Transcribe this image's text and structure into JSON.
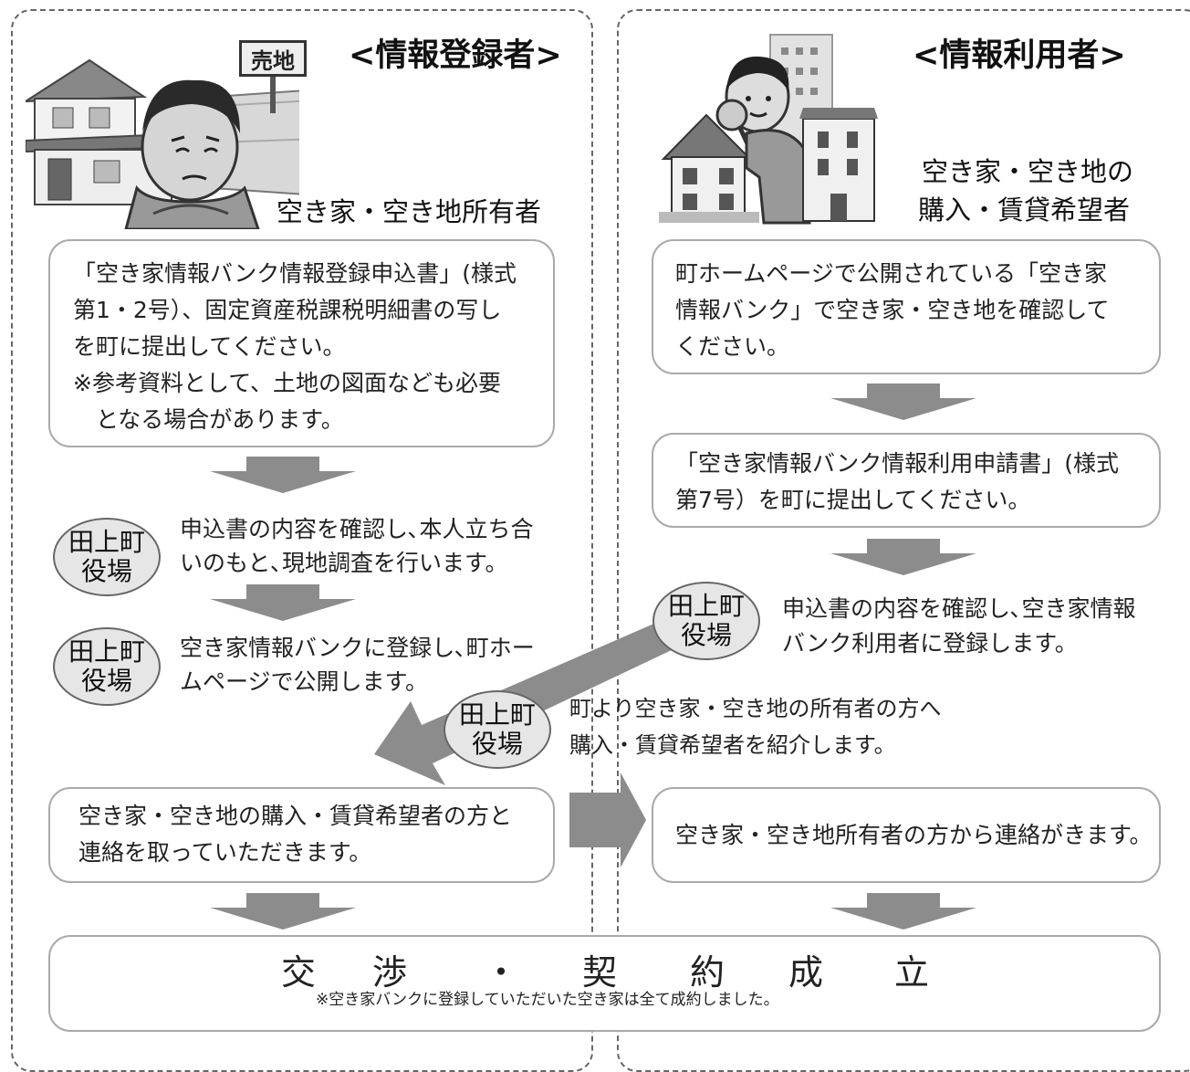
{
  "left": {
    "title": "<情報登録者>",
    "caption": "空き家・空き地所有者",
    "sign_label": "売地",
    "step1": [
      "「空き家情報バンク情報登録申込書」(様式",
      "第1・2号）、固定資産税課税明細書の写し",
      "を町に提出してください。",
      "※参考資料として、土地の図面なども必要",
      "　となる場合があります。"
    ],
    "step2": [
      "申込書の内容を確認し､本人立ち合",
      "いのもと､現地調査を行います。"
    ],
    "step3": [
      "空き家情報バンクに登録し､町ホー",
      "ムページで公開します。"
    ],
    "contact": [
      "空き家・空き地の購入・賃貸希望者の方と",
      "連絡を取っていただきます。"
    ]
  },
  "right": {
    "title": "<情報利用者>",
    "caption": [
      "空き家・空き地の",
      "購入・賃貸希望者"
    ],
    "step1": [
      "町ホームページで公開されている「空き家",
      "情報バンク」で空き家・空き地を確認して",
      "ください。"
    ],
    "step2": [
      "「空き家情報バンク情報利用申請書」(様式",
      "第7号）を町に提出してください。"
    ],
    "step3": [
      "申込書の内容を確認し､空き家情報",
      "バンク利用者に登録します。"
    ],
    "contact": "空き家・空き地所有者の方から連絡がきます。"
  },
  "office": {
    "line1": "田上町",
    "line2": "役場"
  },
  "introduce": [
    "町より空き家・空き地の所有者の方へ",
    "購入・賃貸希望者を紹介します。"
  ],
  "final": {
    "letters": [
      "交",
      "渉",
      "・",
      "契",
      "約",
      "成",
      "立"
    ],
    "note": "※空き家バンクに登録していただいた空き家は全て成約しました。"
  },
  "colors": {
    "arrow": "#8c8c8c",
    "border": "#aaaaaa",
    "badge": "#e6e6e6"
  }
}
